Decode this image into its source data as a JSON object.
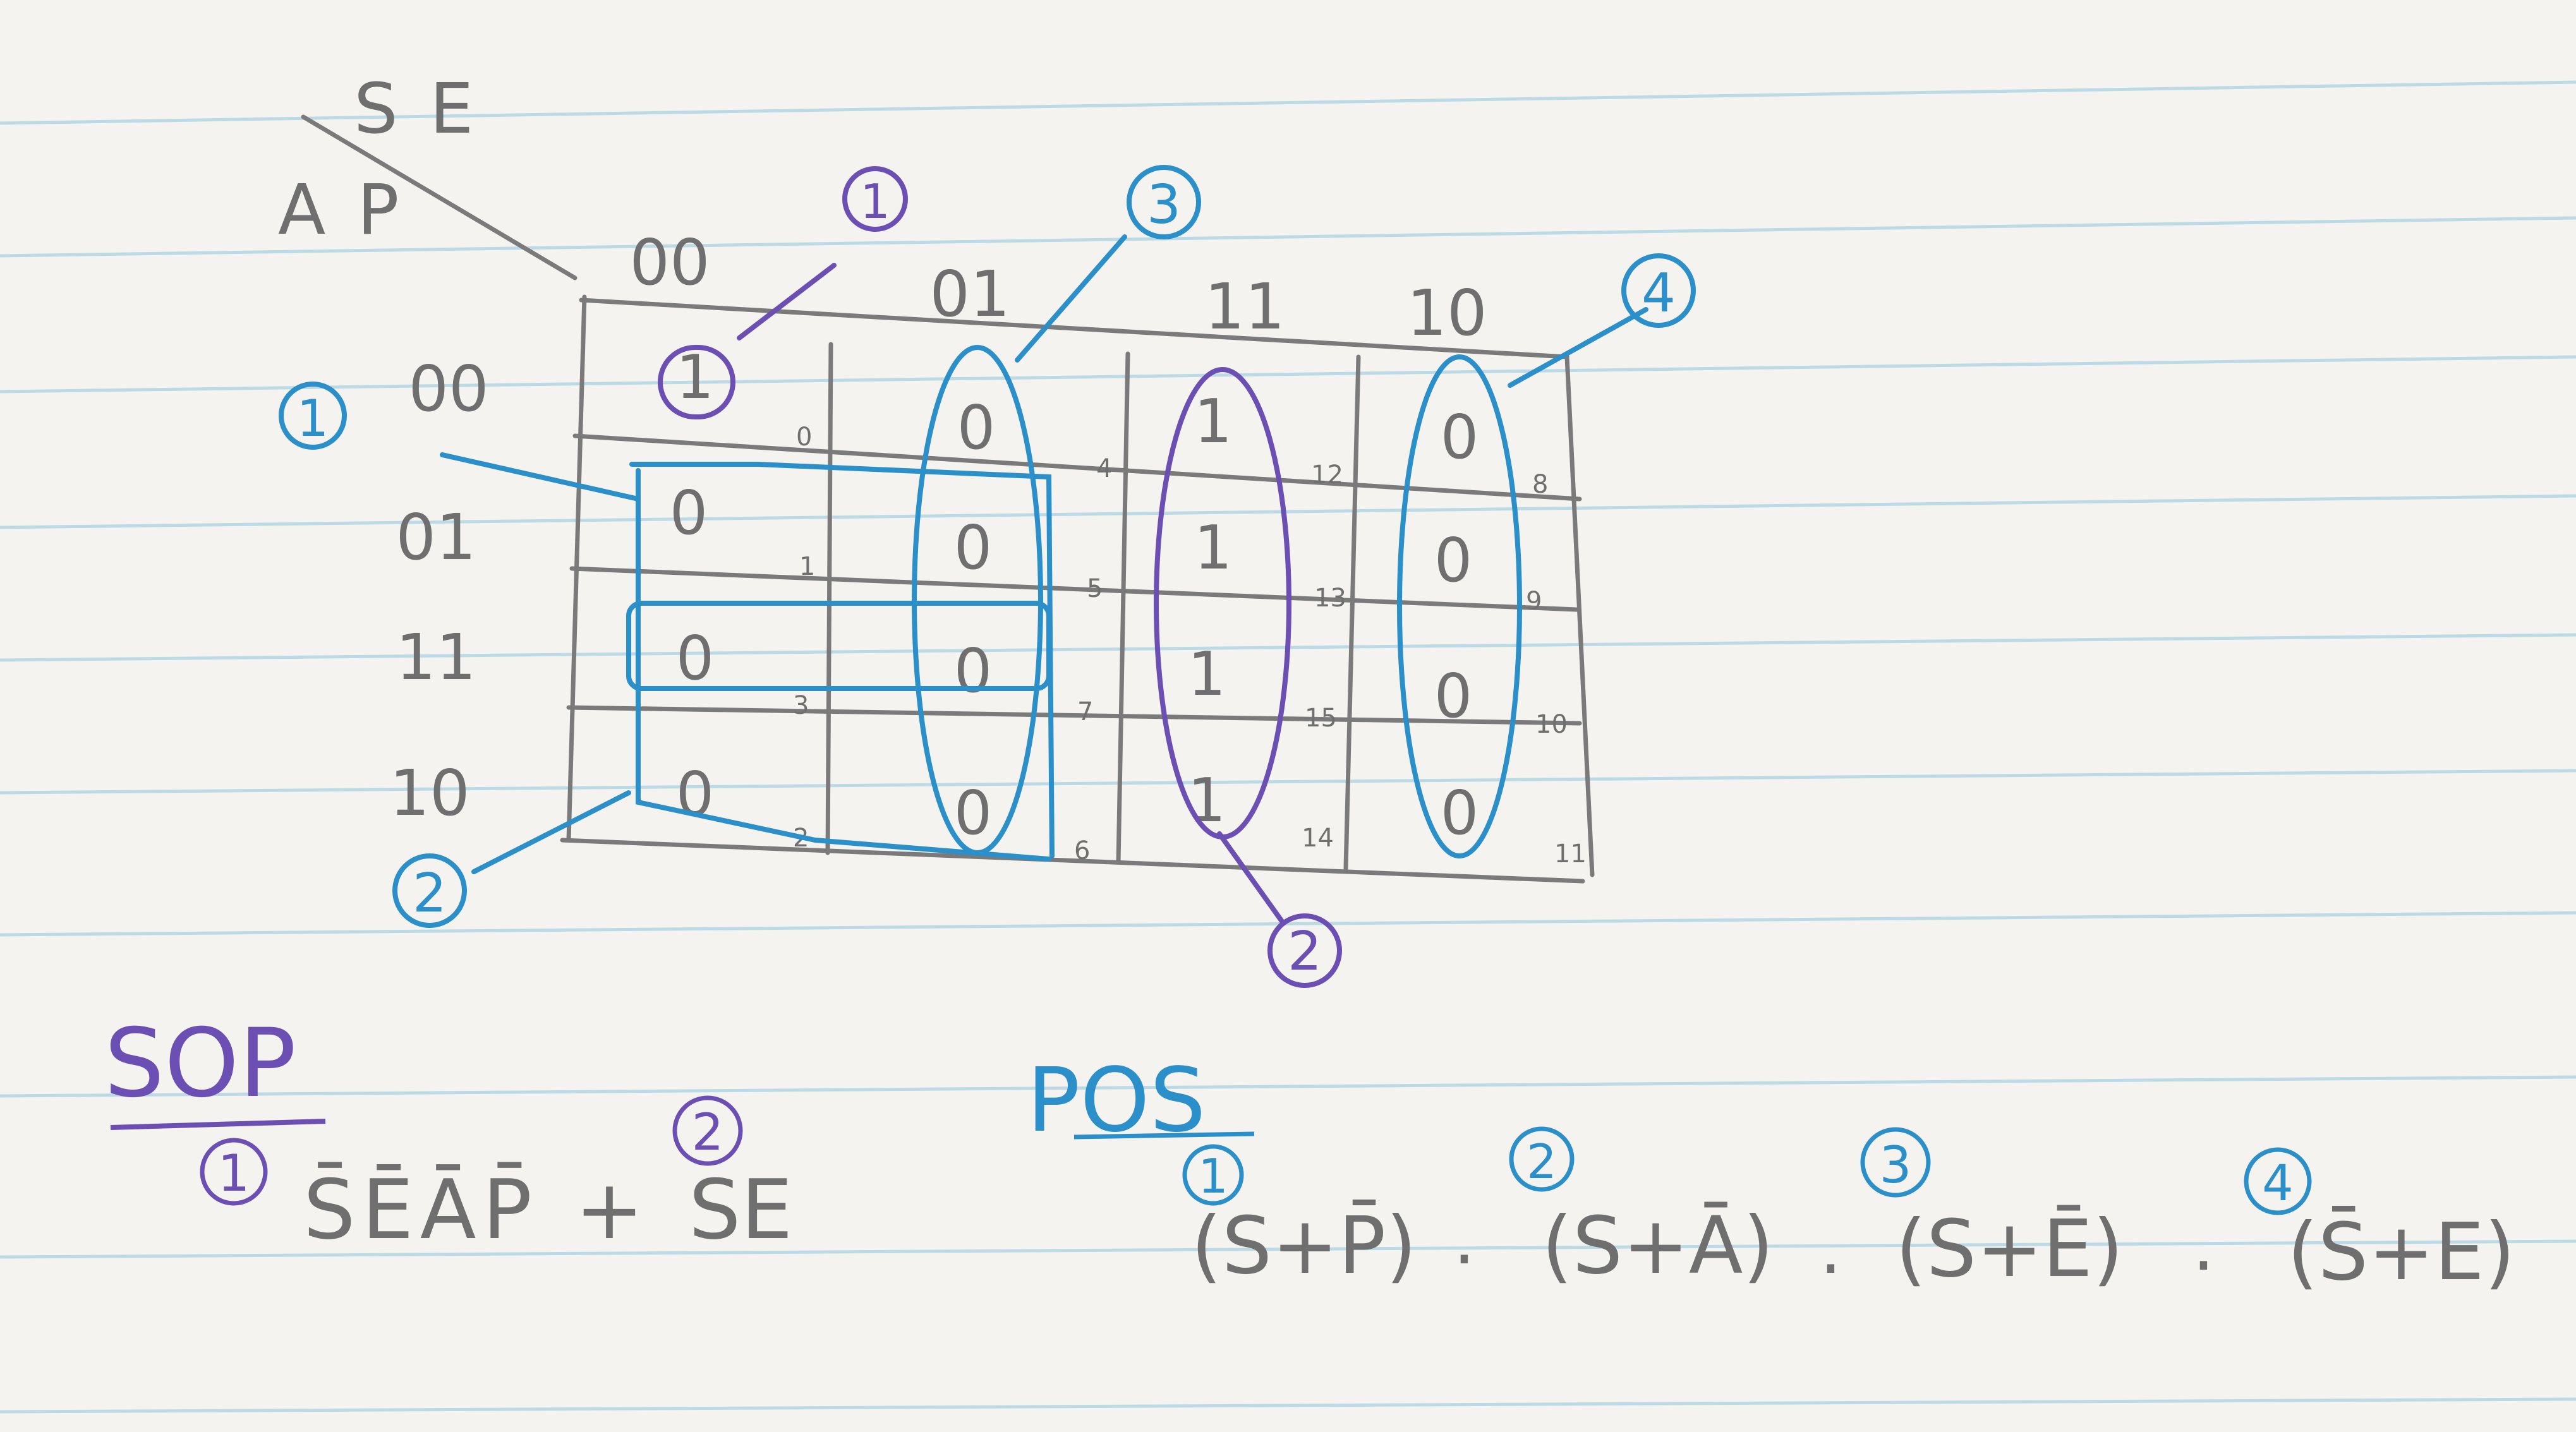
{
  "kmap": {
    "corner": {
      "col_vars": "SE",
      "row_vars": "AP"
    },
    "col_headers": [
      "00",
      "01",
      "11",
      "10"
    ],
    "row_headers": [
      "00",
      "01",
      "11",
      "10"
    ],
    "cells": [
      [
        "1",
        "0",
        "1",
        "0"
      ],
      [
        "0",
        "0",
        "1",
        "0"
      ],
      [
        "0",
        "0",
        "1",
        "0"
      ],
      [
        "0",
        "0",
        "1",
        "0"
      ]
    ],
    "minterm_indices": [
      [
        "0",
        "4",
        "12",
        "8"
      ],
      [
        "1",
        "5",
        "13",
        "9"
      ],
      [
        "3",
        "7",
        "15",
        "10"
      ],
      [
        "2",
        "6",
        "14",
        "11"
      ]
    ]
  },
  "markers": {
    "blue_1": "1",
    "blue_2": "2",
    "blue_3": "3",
    "blue_4": "4",
    "purple_1": "1",
    "purple_2": "2"
  },
  "sop": {
    "heading": "SOP",
    "term1_marker": "1",
    "term1": "S̄ĒĀP̄",
    "plus": "+",
    "term2_marker": "2",
    "term2": "SE"
  },
  "pos": {
    "heading": "POS",
    "terms": [
      {
        "marker": "1",
        "text": "(S+P̄)"
      },
      {
        "marker": "2",
        "text": "(S+Ā)"
      },
      {
        "marker": "3",
        "text": "(S+Ē)"
      },
      {
        "marker": "4",
        "text": "(S̄+E)"
      }
    ],
    "separator": "."
  },
  "colors": {
    "paper": "#f4f3ef",
    "rule_lines": "#bcd9e6",
    "pencil": "#6f6f6f",
    "blue_pen": "#2b8fc9",
    "purple_pen": "#6c4fb3"
  }
}
